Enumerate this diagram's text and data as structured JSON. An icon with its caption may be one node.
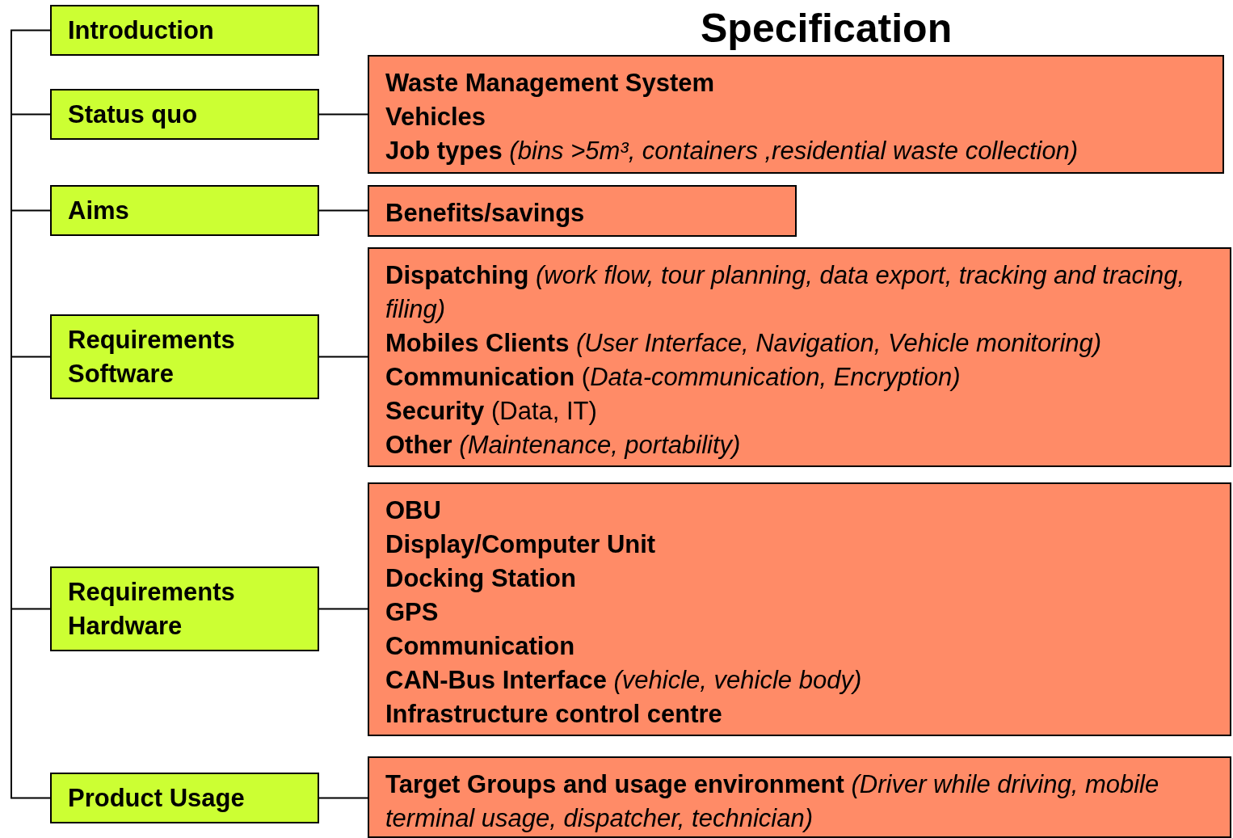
{
  "diagram": {
    "title": "Specification",
    "nodes": [
      {
        "text": [
          "Introduction"
        ]
      },
      {
        "text": [
          "Status quo"
        ]
      },
      {
        "text": [
          "Waste Management System",
          "Vehicles",
          "**Job types** *(bins >5m³, containers ,residential waste collection)*"
        ]
      },
      {
        "text": [
          "Aims"
        ]
      },
      {
        "text": [
          "Benefits/savings"
        ]
      },
      {
        "text": [
          "Requirements Software"
        ]
      },
      {
        "text": [
          "**Dispatching** *(work flow, tour planning, data export, tracking and tracing, filing)*",
          "**Mobiles Clients** *(User Interface, Navigation, Vehicle monitoring)*",
          "**Communication** (*Data-communication, Encryption)*",
          "**Security** (Data, IT)",
          "**Other** *(Maintenance, portability)*"
        ]
      },
      {
        "text": [
          "Requirements Hardware"
        ]
      },
      {
        "text": [
          "OBU",
          "Display/Computer Unit",
          "Docking Station",
          "GPS",
          "Communication",
          "**CAN-Bus Interface** *(vehicle, vehicle body)*",
          "Infrastructure control centre"
        ]
      },
      {
        "text": [
          "Product Usage"
        ]
      },
      {
        "text": [
          "**Target Groups and usage environment** *(Driver while driving, mobile terminal usage, dispatcher, technician)*"
        ]
      }
    ],
    "edges": [
      {
        "from": 1,
        "to": 2,
        "arrow": "none"
      },
      {
        "from": 3,
        "to": 4,
        "arrow": "none"
      },
      {
        "from": 5,
        "to": 6,
        "arrow": "none"
      },
      {
        "from": 7,
        "to": 8,
        "arrow": "none"
      },
      {
        "from": 9,
        "to": 10,
        "arrow": "none"
      }
    ]
  }
}
